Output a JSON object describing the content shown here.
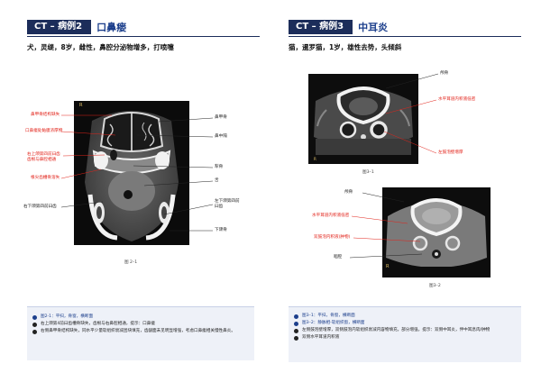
{
  "left": {
    "header": {
      "tag": "CT – 病例2",
      "title": "口鼻瘘"
    },
    "subtitle": "犬，灵缇，8岁，雌性，鼻腔分泌物增多，打喷嚏",
    "figure": {
      "orientation_marker": "R",
      "caption": "图 2–1",
      "labels_left": [
        "鼻甲骨结构缺失",
        "口鼻瘘处黏膜浓厚物",
        "右上颌第四前臼齿\n齿根与鼻腔相通",
        "根尖齿槽骨溶失",
        "右下颌第四前臼齿"
      ],
      "labels_right": [
        "鼻甲骨",
        "鼻中隔",
        "犁骨",
        "舌",
        "左下颌第四前\n臼齿",
        "下颌骨"
      ]
    },
    "captions": [
      {
        "text": "图2-1：平扫，骨窗，横断面",
        "style": "blue"
      },
      {
        "text": "右上颌第4前臼齿槽骨缺失，齿根与右鼻腔相通，提示：口鼻瘘",
        "style": "blk"
      },
      {
        "text": "右侧鼻甲骨结构缺失，同水平少量软组织衰减团块填充，齿龈面未见明显增强，考虑口鼻瘘相关慢性鼻炎。",
        "style": "blk"
      }
    ]
  },
  "right": {
    "header": {
      "tag": "CT – 病例3",
      "title": "中耳炎"
    },
    "subtitle": "猫，暹罗猫，1岁，雄性去势，头倾斜",
    "figure1": {
      "caption": "图3–1",
      "labels": [
        {
          "text": "颅骨",
          "color": "blk"
        },
        {
          "text": "水平耳道内积液低密",
          "color": "red"
        },
        {
          "text": "左鼓泡壁增厚",
          "color": "red"
        }
      ]
    },
    "figure2": {
      "orientation_marker": "R",
      "caption": "图3–2",
      "labels": [
        {
          "text": "颅骨",
          "color": "blk"
        },
        {
          "text": "水平耳道内积液低密",
          "color": "red"
        },
        {
          "text": "双鼓泡内积液(肿物)",
          "color": "red"
        },
        {
          "text": "咽腔",
          "color": "blk"
        }
      ]
    },
    "captions": [
      {
        "text": "图3–1：平扫，骨窗，横断面",
        "style": "blue"
      },
      {
        "text": "图3–2：静脉相-软组织窗，横断面",
        "style": "blue"
      },
      {
        "text": "左侧鼓泡壁增厚，双侧鼓泡内软组织衰减内容物填充，部分增强，提示：双侧中耳炎，伴中耳息肉/肿物",
        "style": "blk"
      },
      {
        "text": "双侧水平耳道内积液",
        "style": "blk"
      }
    ]
  }
}
